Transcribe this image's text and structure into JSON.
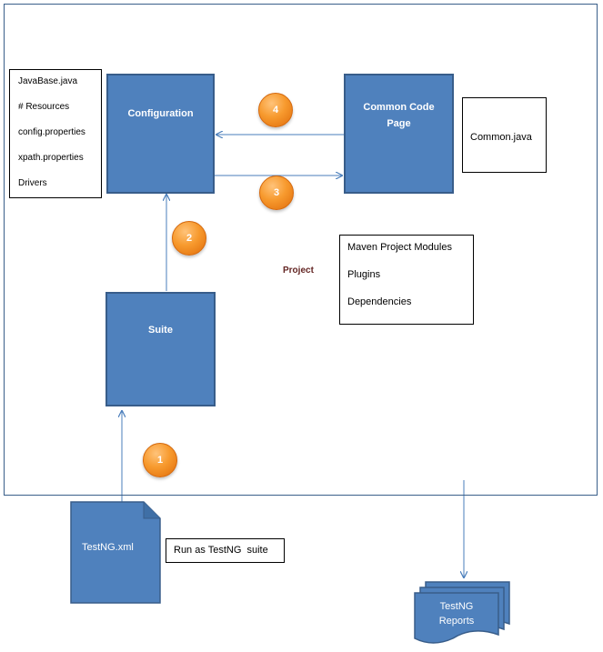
{
  "left_list": [
    "JavaBase.java",
    "# Resources",
    "config.properties",
    "xpath.properties",
    "Drivers"
  ],
  "configuration": "Configuration",
  "common_code_page": "Common Code Page",
  "common_java": "Common.java",
  "suite": "Suite",
  "project": "Project",
  "maven_list": [
    "Maven Project Modules",
    "Plugins",
    "Dependencies"
  ],
  "testng_xml": "TestNG.xml",
  "run_as": "Run as TestNG  suite",
  "reports": "TestNG Reports",
  "steps": [
    "1",
    "2",
    "3",
    "4"
  ],
  "colors": {
    "box_fill": "#4f81bd",
    "box_border": "#385d8a",
    "arrow": "#4a7ebb",
    "step_circle": "#f79a2e",
    "project_label": "#632523"
  }
}
